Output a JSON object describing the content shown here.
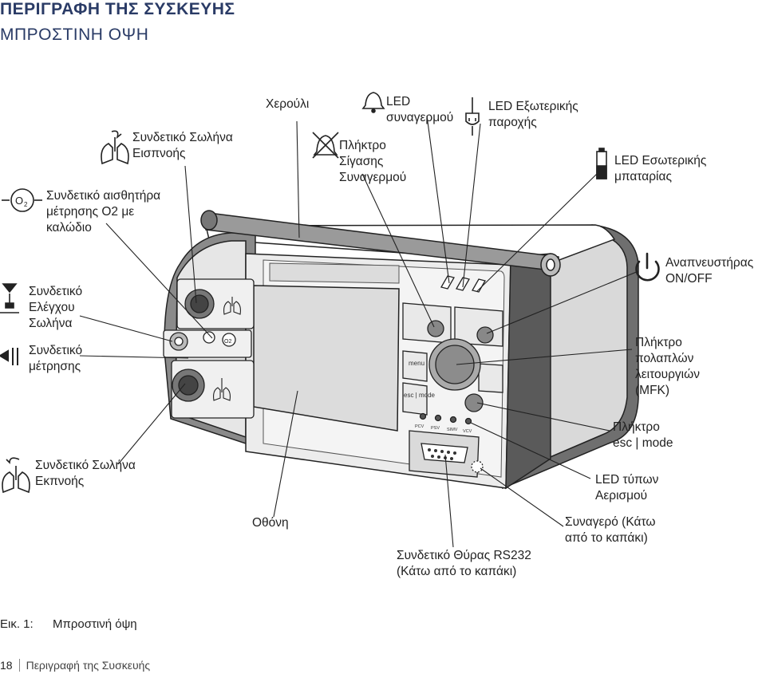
{
  "header": {
    "title": "ΠΕΡΙΓΡΑΦΗ ΤΗΣ ΣΥΣΚΕΥΗΣ",
    "subtitle": "ΜΠΡΟΣΤΙΝΗ ΟΨΗ"
  },
  "labels": {
    "o2_sensor": [
      "Συνδετικό αισθητήρα",
      "μέτρησης O2 με",
      "καλώδιο"
    ],
    "inhale_hose": [
      "Συνδετικό Σωλήνα",
      "Εισπνοής"
    ],
    "handle": [
      "Χερούλι"
    ],
    "alarm_led": [
      "LED",
      "συναγερμού"
    ],
    "external_led": [
      "LED Εξωτερικής",
      "παροχής"
    ],
    "silence_key": [
      "Πλήκτρο",
      "Σίγασης",
      "Συναγερμού"
    ],
    "battery_led": [
      "LED Εσωτερικής",
      "μπαταρίας"
    ],
    "hose_control": [
      "Συνδετικό",
      "Ελέγχου",
      "Σωλήνα"
    ],
    "measure_conn": [
      "Συνδετικό",
      "μέτρησης"
    ],
    "power": [
      "Αναπνευστήρας",
      "ON/OFF"
    ],
    "mfk": [
      "Πλήκτρο",
      "πολαπλών",
      "λειτουργιών",
      "(MFK)"
    ],
    "esc_key": [
      "Πλήκτρο",
      "esc | mode"
    ],
    "vent_led": [
      "LED τύπων",
      "Αερισμού"
    ],
    "exhale_hose": [
      "Συνδετικό Σωλήνα",
      "Εκπνοής"
    ],
    "screen": [
      "Οθόνη"
    ],
    "alarm_speaker": [
      "Συναγερό (Κάτω",
      "από το καπάκι)"
    ],
    "rs232": [
      "Συνδετικό Θύρας RS232",
      "(Κάτω από το καπάκι)"
    ]
  },
  "device": {
    "menu_label": "menu",
    "esc_label": "esc | mode",
    "o2_icon_text": "O2",
    "mode_leds": [
      "PCV",
      "PSV",
      "SIMV",
      "VCV"
    ]
  },
  "caption": {
    "number": "Εικ. 1:",
    "text": "Μπροστινή όψη"
  },
  "footer": {
    "page": "18",
    "text": "Περιγραφή της Συσκευής"
  }
}
